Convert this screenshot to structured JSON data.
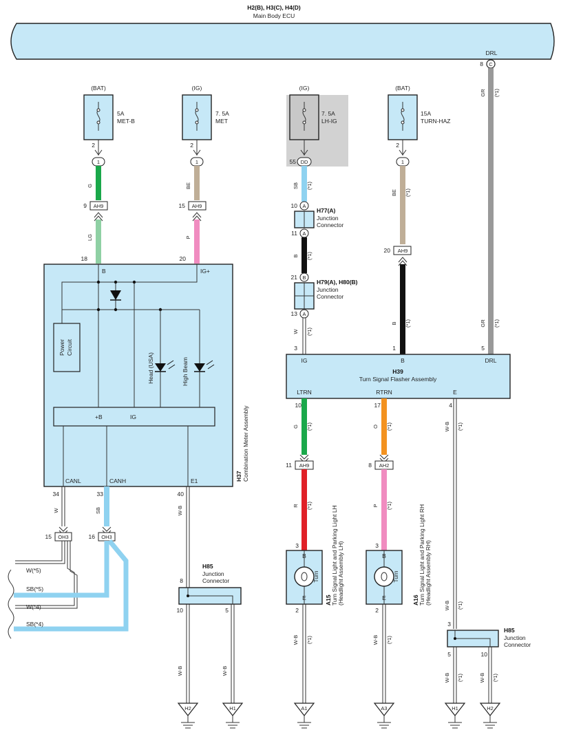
{
  "ecu": {
    "title": "H2(B), H3(C), H4(D)",
    "name": "Main Body ECU",
    "pin_label": "DRL",
    "pin_num": "8",
    "connector": "C"
  },
  "fuses": [
    {
      "source": "(BAT)",
      "amp": "5A",
      "name": "MET-B",
      "pin": "2",
      "conn": "1"
    },
    {
      "source": "(IG)",
      "amp": "7. 5A",
      "name": "MET",
      "pin": "2",
      "conn": "1"
    },
    {
      "source": "(IG)",
      "amp": "7. 5A",
      "name": "LH-IG",
      "pin": "55",
      "conn": "DD"
    },
    {
      "source": "(BAT)",
      "amp": "15A",
      "name": "TURN-HAZ",
      "pin": "2",
      "conn": "1"
    }
  ],
  "wires": {
    "w1_top": "G",
    "w1_bot": "LG",
    "w2_top": "BE",
    "w2_bot": "P",
    "w3_sb": "SB",
    "w3_b": "B",
    "w3_w": "W",
    "w4_be": "BE",
    "w4_b": "B",
    "drl_gr1": "GR",
    "drl_gr2": "GR",
    "ltrn": "G",
    "ltrn_r": "R",
    "rtrn": "O",
    "rtrn_p": "P",
    "e_wb": "W-B",
    "e_wb2": "W-B",
    "canl": "W",
    "canh": "SB",
    "e1": "W-B",
    "h85_wb1": "W-B",
    "h85_wb2": "W-B",
    "a15_wb": "W-B",
    "a16_wb": "W-B",
    "h85b_wb1": "W-B",
    "h85b_wb2": "W-B",
    "star1": "(*1)"
  },
  "connectors": {
    "ah9_1": {
      "pin": "9",
      "name": "AH9"
    },
    "ah9_2": {
      "pin": "15",
      "name": "AH9"
    },
    "ah9_3": {
      "pin": "20",
      "name": "AH9"
    },
    "ah9_4": {
      "pin": "11",
      "name": "AH9"
    },
    "ah2": {
      "pin": "8",
      "name": "AH2"
    },
    "oh3_1": {
      "pin": "15",
      "name": "OH3"
    },
    "oh3_2": {
      "pin": "16",
      "name": "OH3"
    }
  },
  "h77": {
    "title": "H77(A)",
    "line1": "Junction",
    "line2": "Connector",
    "pin_top": "10",
    "pin_bot": "11",
    "conn": "A"
  },
  "h79": {
    "title": "H79(A), H80(B)",
    "line1": "Junction",
    "line2": "Connector",
    "pin_top": "21",
    "pin_bot": "13",
    "conn_top": "B",
    "conn_bot": "A"
  },
  "meter": {
    "title": "H37",
    "name": "Combination Meter Assembly",
    "pin_b": "18",
    "pin_ig": "20",
    "lbl_b": "B",
    "lbl_ig": "IG+",
    "power": "Power",
    "circuit": "Circuit",
    "led1": "Head (USA)",
    "led2": "High Beam",
    "bus_b": "+B",
    "bus_ig": "IG",
    "canl": "CANL",
    "canh": "CANH",
    "e1": "E1",
    "pin_canl": "34",
    "pin_canh": "33",
    "pin_e1": "40"
  },
  "flasher": {
    "title": "H39",
    "name": "Turn Signal Flasher Assembly",
    "ig": "IG",
    "b": "B",
    "drl": "DRL",
    "ltrn": "LTRN",
    "rtrn": "RTRN",
    "e": "E",
    "pin_ig": "3",
    "pin_b": "1",
    "pin_drl": "5",
    "pin_ltrn": "10",
    "pin_rtrn": "17",
    "pin_e": "4"
  },
  "lamps": [
    {
      "title": "A15",
      "name": "Turn Signal Light and Parking Light LH",
      "sub": "(Headlight Assembly LH)",
      "b": "B",
      "e": "E",
      "turn": "Turn",
      "pin_b": "3",
      "pin_e": "2"
    },
    {
      "title": "A16",
      "name": "Turn Signal Light and Parking Light RH",
      "sub": "(Headlight Assembly RH)",
      "b": "B",
      "e": "E",
      "turn": "Turn",
      "pin_b": "3",
      "pin_e": "2"
    }
  ],
  "h85_left": {
    "title": "H85",
    "line1": "Junction",
    "line2": "Connector",
    "pin_top": "8",
    "pin_l": "10",
    "pin_r": "5"
  },
  "h85_right": {
    "title": "H85",
    "line1": "Junction",
    "line2": "Connector",
    "pin_top": "3",
    "pin_l": "5",
    "pin_r": "10"
  },
  "bus_lines": [
    "W(*5)",
    "SB(*5)",
    "W(*4)",
    "SB(*4)"
  ],
  "grounds": [
    "H2",
    "H1",
    "A1",
    "A3",
    "H1",
    "H2"
  ],
  "colors": {
    "body": "#c6e8f7",
    "green": "#1aa84a",
    "lg": "#8fd0a4",
    "tan": "#bfae97",
    "pink": "#f08cc0",
    "sky": "#8fd2f0",
    "black": "#111111",
    "grey": "#999999",
    "red": "#e02027",
    "orange": "#f39220"
  }
}
